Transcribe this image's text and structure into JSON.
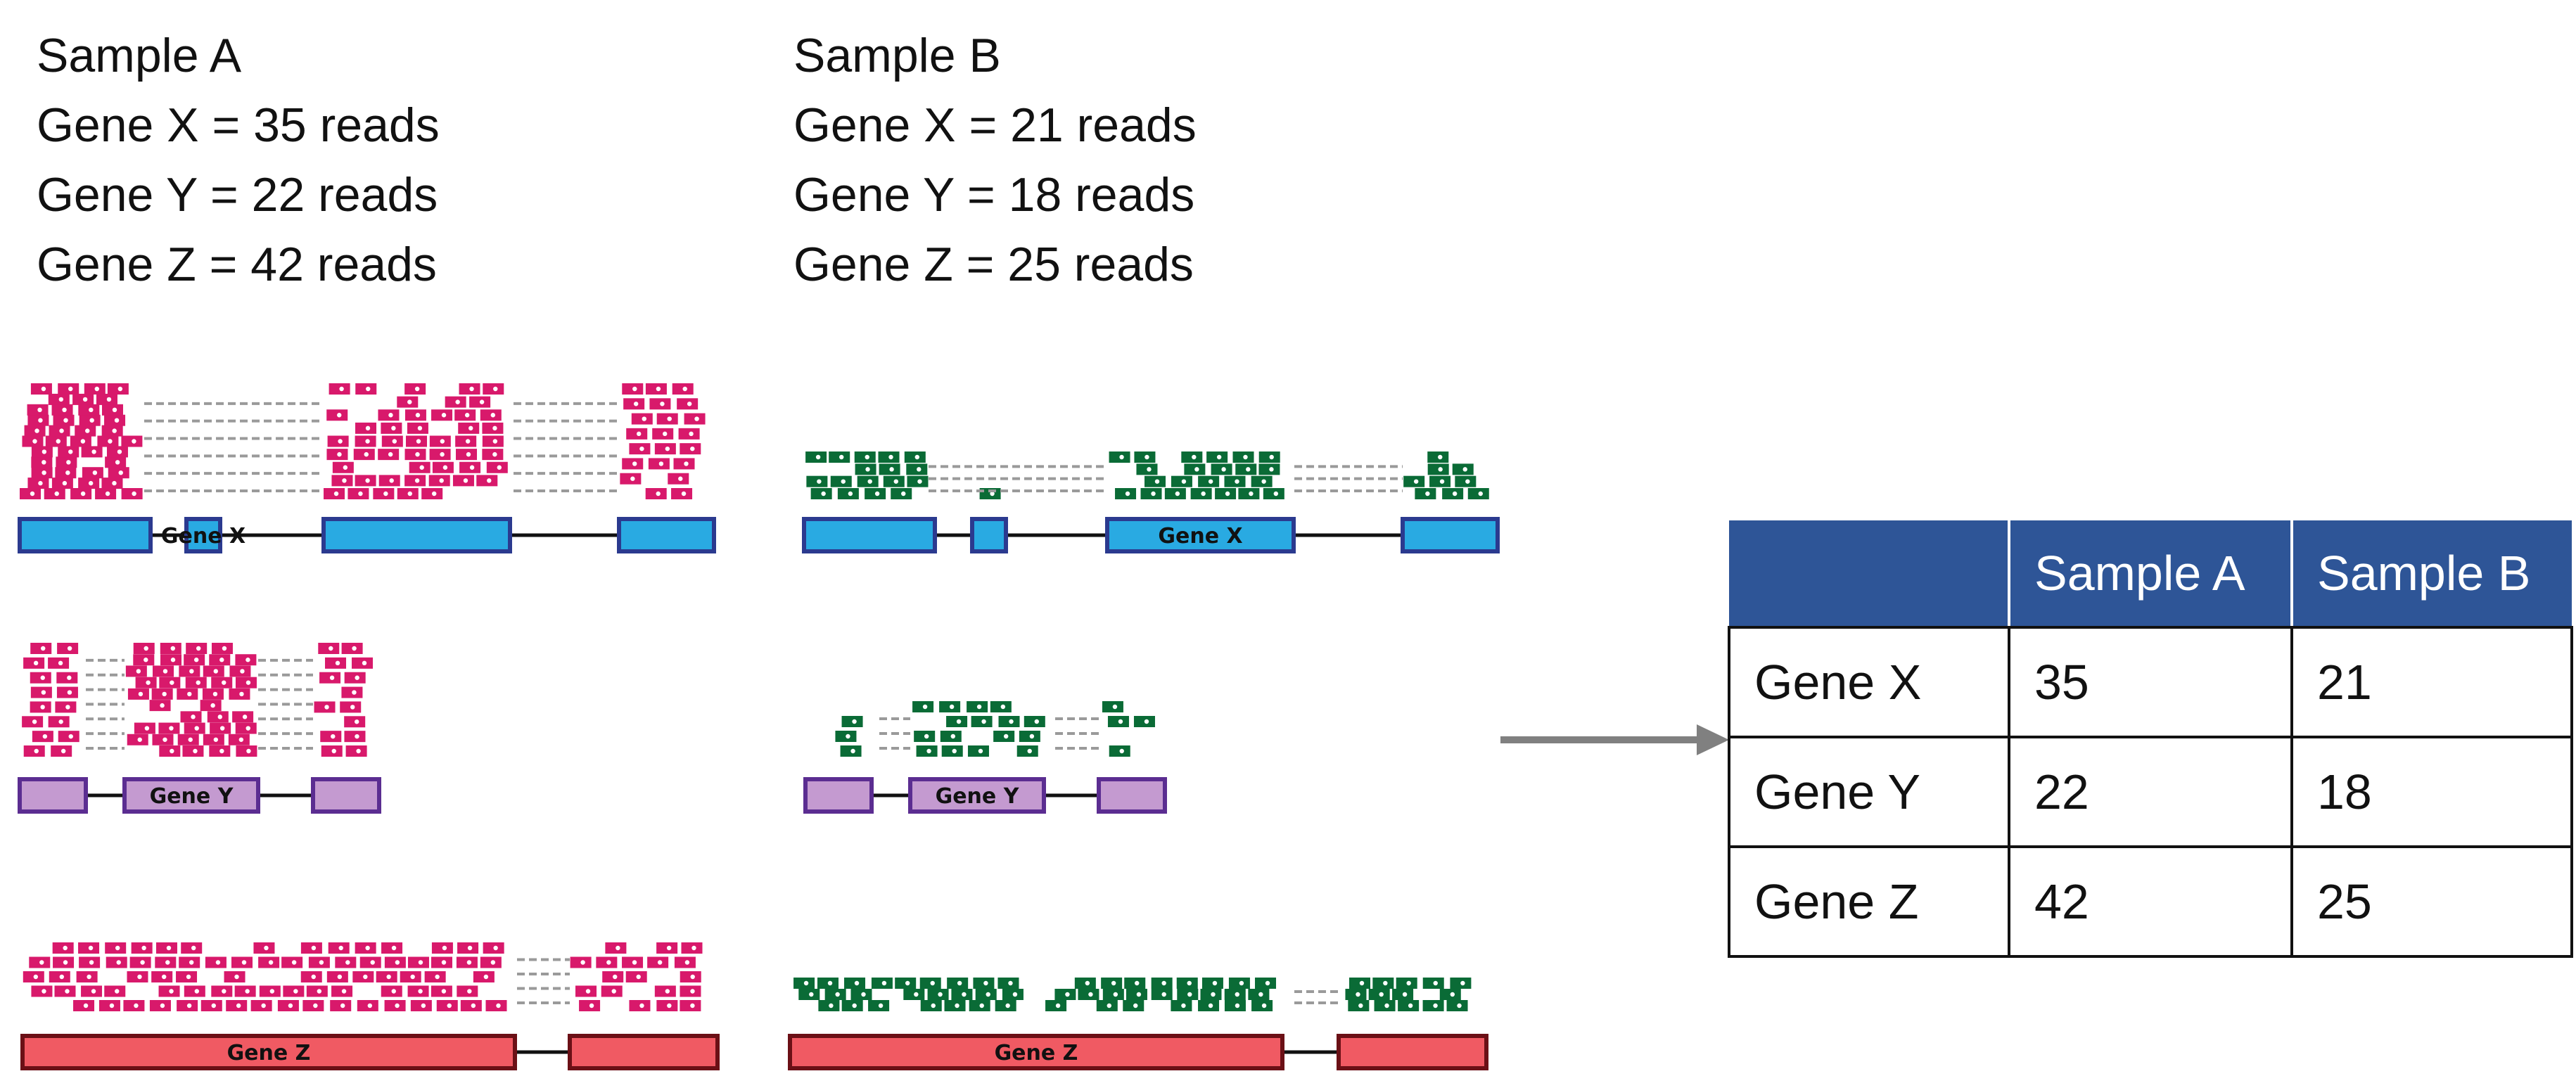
{
  "sample_a": {
    "title": "Sample A",
    "lines": [
      "Gene X = 35 reads",
      "Gene Y = 22 reads",
      "Gene Z = 42 reads"
    ]
  },
  "sample_b": {
    "title": "Sample B",
    "lines": [
      "Gene X = 21 reads",
      "Gene Y = 18 reads",
      "Gene Z = 25 reads"
    ]
  },
  "genes": [
    {
      "label": "Gene X",
      "exon_fill": "#29aae2",
      "exon_stroke": "#2b3a8f"
    },
    {
      "label": "Gene Y",
      "exon_fill": "#c49ad0",
      "exon_stroke": "#5b2d91"
    },
    {
      "label": "Gene Z",
      "exon_fill": "#f05a63",
      "exon_stroke": "#6b1016"
    }
  ],
  "read_colors": {
    "sample_a": "#d8196b",
    "sample_b": "#0a6b36"
  },
  "arrow_color": "#808080",
  "table": {
    "headers": [
      "",
      "Sample A",
      "Sample B"
    ],
    "rows": [
      [
        "Gene X",
        "35",
        "21"
      ],
      [
        "Gene Y",
        "22",
        "18"
      ],
      [
        "Gene Z",
        "42",
        "25"
      ]
    ],
    "header_color": "#2e5597"
  }
}
